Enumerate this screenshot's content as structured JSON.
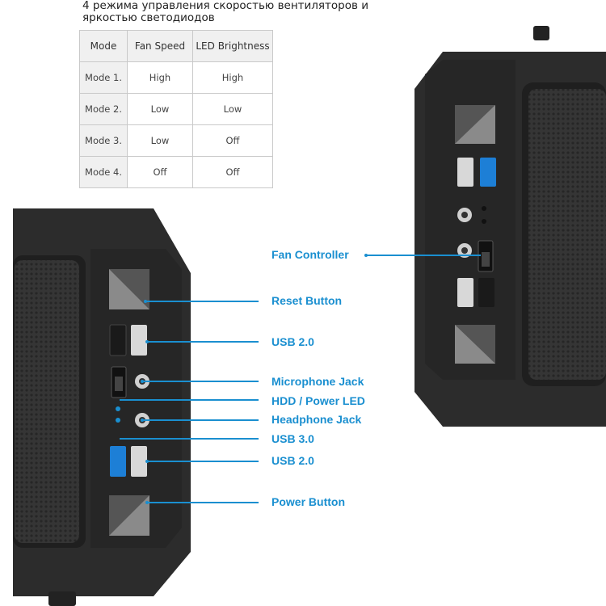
{
  "heading": "4 режима управления скоростью вентиляторов и яркостью светодиодов",
  "table": {
    "headers": [
      "Mode",
      "Fan Speed",
      "LED Brightness"
    ],
    "rows": [
      [
        "Mode 1.",
        "High",
        "High"
      ],
      [
        "Mode 2.",
        "Low",
        "Low"
      ],
      [
        "Mode 3.",
        "Low",
        "Off"
      ],
      [
        "Mode 4.",
        "Off",
        "Off"
      ]
    ]
  },
  "callouts": {
    "fan_controller": "Fan Controller",
    "reset_button": "Reset Button",
    "usb20_top": "USB 2.0",
    "microphone_jack": "Microphone Jack",
    "hdd_power_led": "HDD / Power LED",
    "headphone_jack": "Headphone Jack",
    "usb30": "USB 3.0",
    "usb20_bottom": "USB 2.0",
    "power_button": "Power Button"
  },
  "colors": {
    "accent": "#1a8fd0",
    "case_body": "#2b2b2b",
    "mesh": "#3a3a3a",
    "usb30_port": "#1d7fd6"
  }
}
